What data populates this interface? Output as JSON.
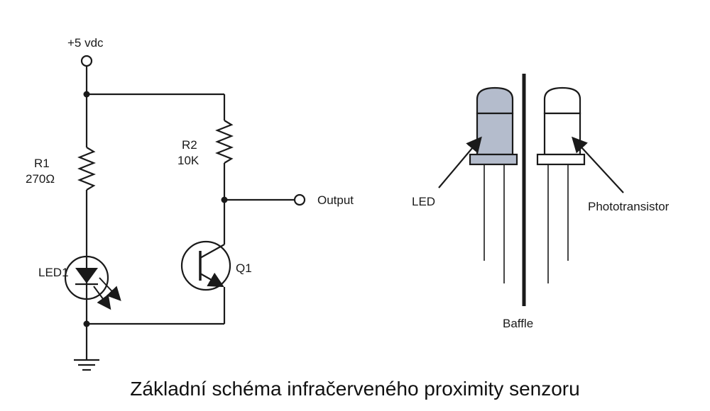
{
  "schematic": {
    "supply_label": "+5 vdc",
    "r1_name": "R1",
    "r1_value": "270Ω",
    "r2_name": "R2",
    "r2_value": "10K",
    "led_label": "LED1",
    "transistor_label": "Q1",
    "output_label": "Output"
  },
  "physical": {
    "led_label": "LED",
    "phototransistor_label": "Phototransistor",
    "baffle_label": "Baffle"
  },
  "caption": "Základní schéma infračerveného proximity senzoru",
  "colors": {
    "led_fill": "#b4bccc",
    "ink": "#1a1a1a"
  }
}
